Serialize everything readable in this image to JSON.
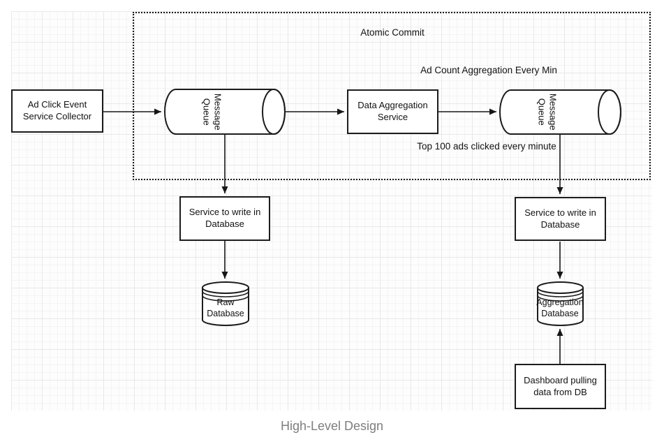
{
  "diagram": {
    "caption": "High-Level Design",
    "group": {
      "label": "Atomic Commit"
    },
    "annotations": {
      "agg_every_min": "Ad Count Aggregation Every Min",
      "top_100": "Top 100 ads clicked every minute"
    },
    "nodes": {
      "ad_click_collector": {
        "label": "Ad Click Event\nService Collector"
      },
      "message_queue_1": {
        "label": "Message\nQueue"
      },
      "data_aggregation_service": {
        "label": "Data Aggregation\nService"
      },
      "message_queue_2": {
        "label": "Message\nQueue"
      },
      "service_write_db_left": {
        "label": "Service to write in\nDatabase"
      },
      "service_write_db_right": {
        "label": "Service to write in\nDatabase"
      },
      "raw_database": {
        "label": "Raw\nDatabase"
      },
      "aggregation_database": {
        "label": "Aggregation\nDatabase"
      },
      "dashboard": {
        "label": "Dashboard pulling\ndata from DB"
      }
    },
    "colors": {
      "shape_stroke": "#1c1c1c",
      "shape_fill": "#ffffff",
      "caption_text": "#7e7e7e",
      "grid_minor": "#f4f4f4",
      "grid_major": "#e8e8e8"
    }
  }
}
